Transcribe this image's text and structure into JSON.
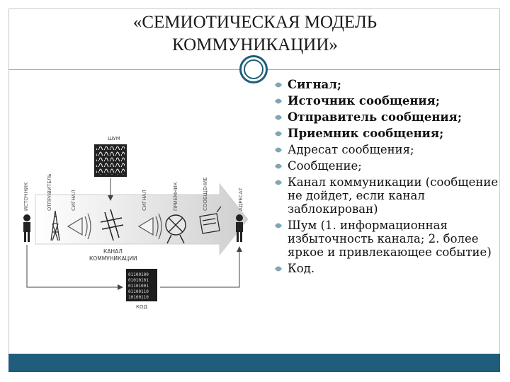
{
  "title": {
    "line1": "«СЕМИОТИЧЕСКАЯ МОДЕЛЬ",
    "line2": "КОММУНИКАЦИИ»"
  },
  "diagram": {
    "labels": {
      "noise": "ШУМ",
      "source": "ИСТОЧНИК",
      "sender": "ОТПРАВИТЕЛЬ",
      "signal1": "СИГНАЛ",
      "signal2": "СИГНАЛ",
      "receiver": "ПРИЕМНИК",
      "message": "СООБЩЕНИЕ",
      "addressee": "АДРЕСАТ",
      "channel1": "КАНАЛ",
      "channel2": "КОММУНИКАЦИИ",
      "code": "КОД"
    },
    "code_lines": [
      "01100100",
      "01010101",
      "01101001",
      "01100110",
      "10100110"
    ]
  },
  "bullets": [
    {
      "text": "Сигнал;",
      "bold": true
    },
    {
      "text": "Источник сообщения;",
      "bold": true
    },
    {
      "text": "Отправитель сообщения;",
      "bold": true
    },
    {
      "text": "Приемник сообщения;",
      "bold": true
    },
    {
      "text": "Адресат сообщения;",
      "bold": false
    },
    {
      "text": "Сообщение;",
      "bold": false
    },
    {
      "text": "Канал коммуникации (сообщение не дойдет, если канал заблокирован)",
      "bold": false
    },
    {
      "text": "Шум (1. информационная избыточность канала; 2. более яркое и привлекающее событие)",
      "bold": false
    },
    {
      "text": "Код.",
      "bold": false
    }
  ],
  "colors": {
    "accent": "#1f5d7a",
    "bullet": "#7fa6b8"
  }
}
